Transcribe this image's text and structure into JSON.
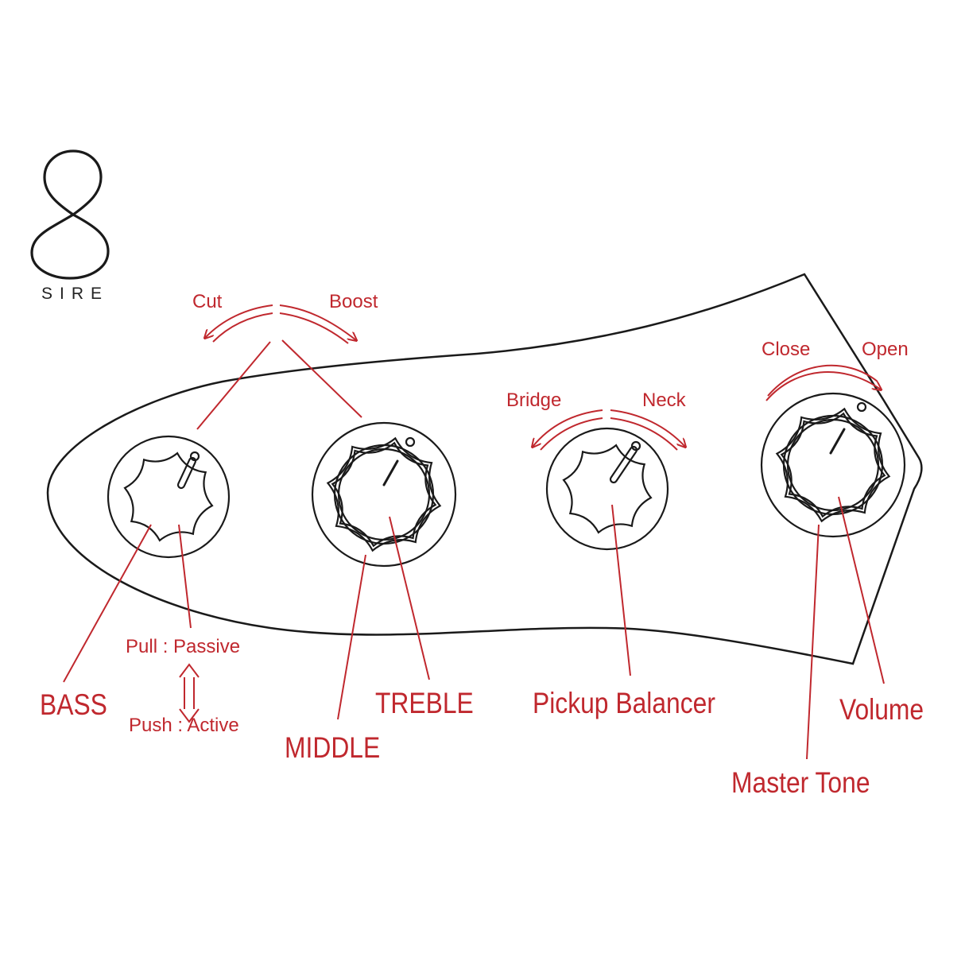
{
  "brand": {
    "name": "SIRE",
    "logo_icon": "sire-s-logo-icon"
  },
  "colors": {
    "line": "#1a1a1a",
    "accent": "#c0282e",
    "background": "#ffffff"
  },
  "controls": [
    {
      "id": "bass",
      "label": "BASS"
    },
    {
      "id": "middle",
      "label": "MIDDLE"
    },
    {
      "id": "treble",
      "label": "TREBLE"
    },
    {
      "id": "pickup-balancer",
      "label": "Pickup Balancer"
    },
    {
      "id": "master-tone",
      "label": "Master Tone"
    },
    {
      "id": "volume",
      "label": "Volume"
    }
  ],
  "annotations": {
    "eq_left": "Cut",
    "eq_right": "Boost",
    "balancer_left": "Bridge",
    "balancer_right": "Neck",
    "volume_left": "Close",
    "volume_right": "Open",
    "pull": "Pull : Passive",
    "push": "Push : Active"
  }
}
